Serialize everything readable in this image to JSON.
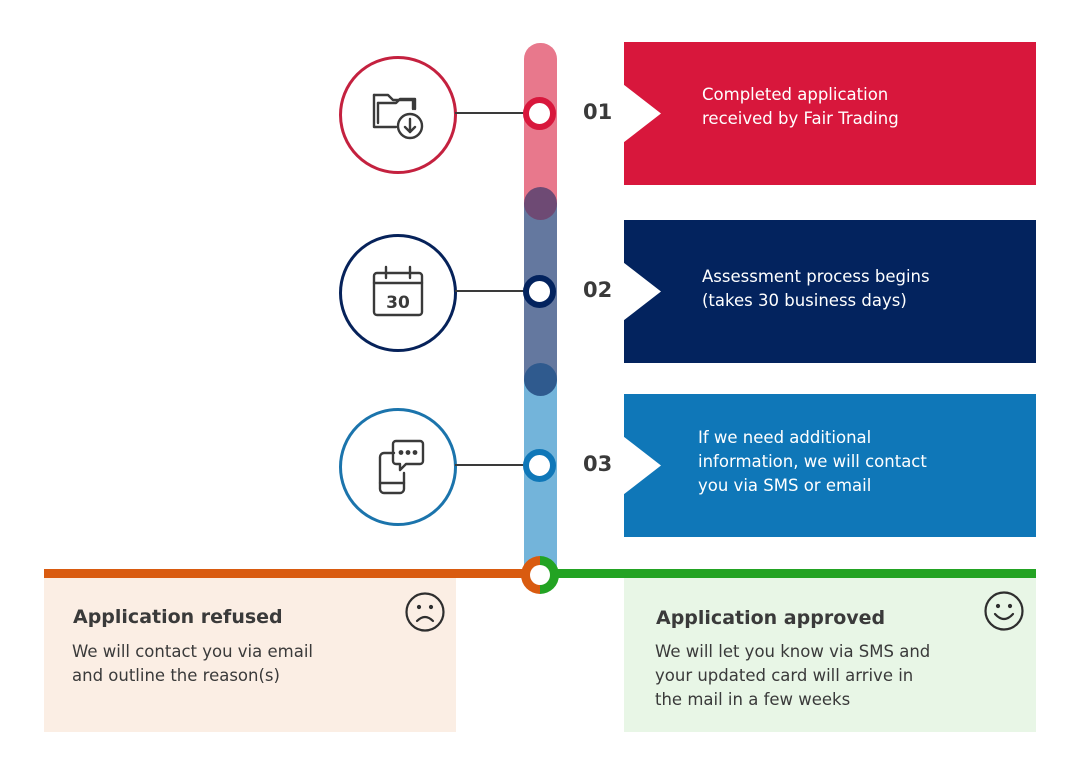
{
  "steps": [
    {
      "number": "01",
      "text": "Completed application\nreceived by Fair Trading",
      "icon": "folder-download-icon",
      "color": "#d8173c"
    },
    {
      "number": "02",
      "text": "Assessment process begins\n(takes 30 business days)",
      "icon": "calendar-icon",
      "icon_label": "30",
      "color": "#03235e"
    },
    {
      "number": "03",
      "text": "If we need additional\ninformation, we will contact\nyou via SMS or email",
      "icon": "phone-chat-icon",
      "color": "#0f77b8"
    }
  ],
  "outcomes": {
    "refused": {
      "title": "Application refused",
      "text": "We will contact you via email\nand outline the reason(s)",
      "icon": "sad-face-icon",
      "line_color": "#d95b10",
      "bg_color": "#fbeee4"
    },
    "approved": {
      "title": "Application approved",
      "text": "We will let you know via SMS and\nyour updated card will arrive in\nthe mail in a few weeks",
      "icon": "smile-face-icon",
      "line_color": "#23a323",
      "bg_color": "#e8f6e6"
    }
  }
}
